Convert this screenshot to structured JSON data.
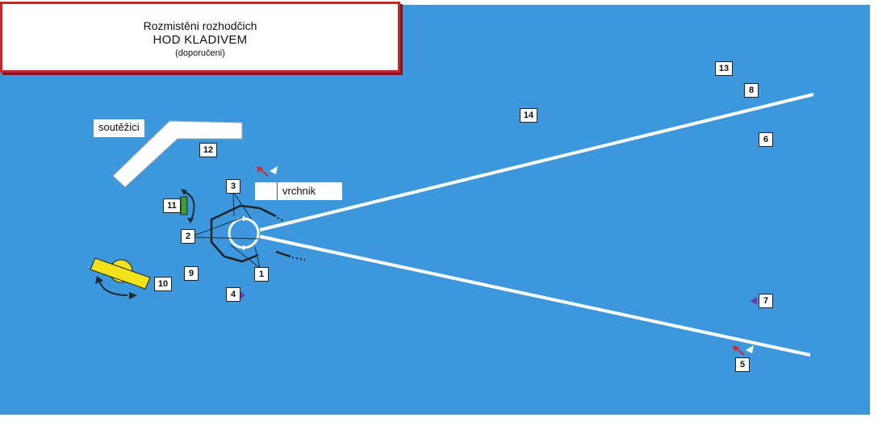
{
  "title": {
    "line1": "Rozmistěni rozhodčich",
    "line2": "HOD KLADIVEM",
    "line3": "(doporučeni)"
  },
  "labels": {
    "competitors": "soutěžici",
    "chief": "vrchnik"
  },
  "positions": [
    "1",
    "2",
    "3",
    "4",
    "5",
    "6",
    "7",
    "8",
    "9",
    "10",
    "11",
    "12",
    "13",
    "14"
  ],
  "colors": {
    "field": "#3d97dd",
    "title_border": "#c8252b",
    "sector_line": "#ffffff",
    "yellow_marker": "#f1e21b",
    "green_marker": "#3f9b3a",
    "flag_red": "#d62a2a",
    "arrow_dark": "#1e2a38",
    "triangle_purple": "#6b3aa8"
  },
  "icons": [
    "referee-flag-icon",
    "rotation-arrow-icon",
    "direction-triangle-icon"
  ]
}
